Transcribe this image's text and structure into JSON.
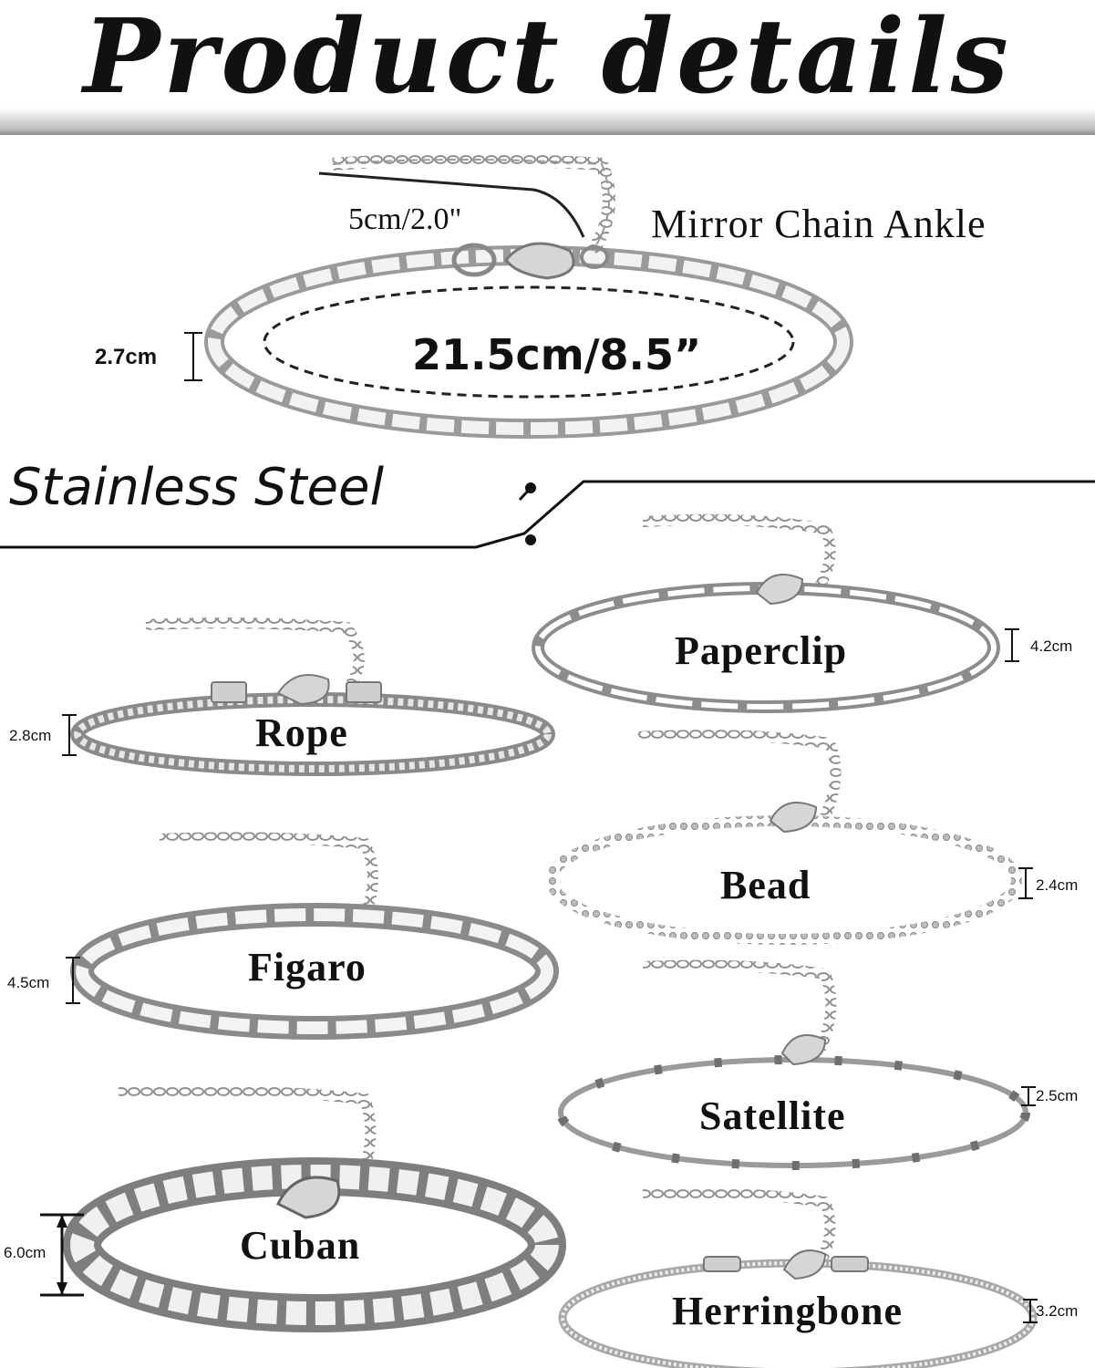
{
  "header": {
    "title": "Product details"
  },
  "featured": {
    "name": "Mirror Chain Ankle",
    "extender": "5cm/2.0\"",
    "width": "2.7cm",
    "length": "21.5cm/8.5”"
  },
  "section": {
    "label": "Stainless Steel"
  },
  "chains": [
    {
      "name": "Rope",
      "width": "2.8cm"
    },
    {
      "name": "Figaro",
      "width": "4.5cm"
    },
    {
      "name": "Cuban",
      "width": "6.0cm"
    },
    {
      "name": "Paperclip",
      "width": "4.2cm"
    },
    {
      "name": "Bead",
      "width": "2.4cm"
    },
    {
      "name": "Satellite",
      "width": "2.5cm"
    },
    {
      "name": "Herringbone",
      "width": "3.2cm"
    }
  ],
  "colors": {
    "metal": "#c9c9c9",
    "metal_dark": "#7d7d7d",
    "ink": "#111111"
  }
}
